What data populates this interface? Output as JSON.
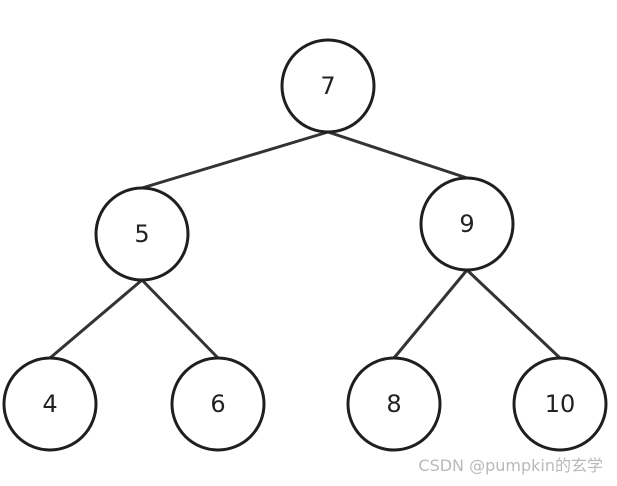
{
  "tree": {
    "nodes": [
      {
        "id": "root",
        "label": "7"
      },
      {
        "id": "left",
        "label": "5"
      },
      {
        "id": "right",
        "label": "9"
      },
      {
        "id": "left-left",
        "label": "4"
      },
      {
        "id": "left-right",
        "label": "6"
      },
      {
        "id": "right-left",
        "label": "8"
      },
      {
        "id": "right-right",
        "label": "10"
      }
    ],
    "edges": [
      {
        "from": "root",
        "to": "left"
      },
      {
        "from": "root",
        "to": "right"
      },
      {
        "from": "left",
        "to": "left-left"
      },
      {
        "from": "left",
        "to": "left-right"
      },
      {
        "from": "right",
        "to": "right-left"
      },
      {
        "from": "right",
        "to": "right-right"
      }
    ]
  },
  "watermark": "CSDN @pumpkin的玄学"
}
